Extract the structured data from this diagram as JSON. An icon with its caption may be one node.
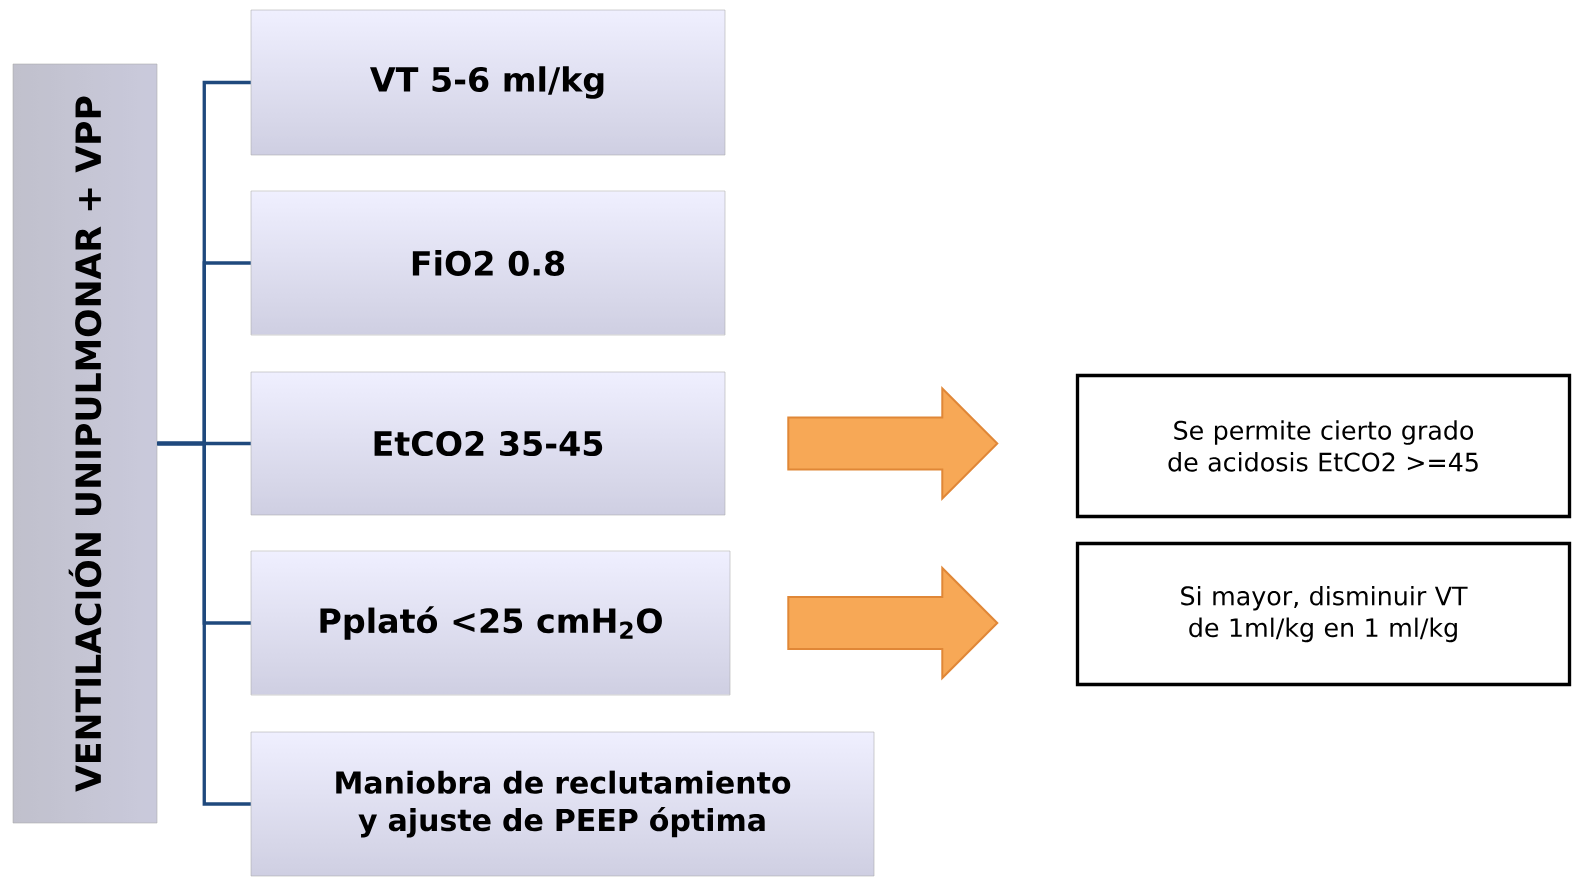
{
  "diagram": {
    "nodes": [
      {
        "text": [
          "VENTILACIÓN UNIPULMONAR + VPP"
        ]
      },
      {
        "text": [
          "VT 5-6 ml/kg"
        ]
      },
      {
        "text": [
          "FiO2 0.8"
        ]
      },
      {
        "text": [
          "EtCO2 35-45"
        ]
      },
      {
        "text": [
          "Pplató <25 cmH$_{2}$O"
        ]
      },
      {
        "text": [
          "Maniobra de reclutamiento y ajuste de PEEP óptima"
        ]
      },
      {
        "text": [
          "Se permite cierto grado de acidosis EtCO2 >=45"
        ]
      },
      {
        "text": [
          "Si mayor, disminuir VT de 1ml/kg en 1 ml/kg"
        ]
      }
    ],
    "edges": [
      {
        "from": 0,
        "to": 1,
        "arrow": "none"
      },
      {
        "from": 0,
        "to": 2,
        "arrow": "none"
      },
      {
        "from": 0,
        "to": 3,
        "arrow": "none"
      },
      {
        "from": 0,
        "to": 4,
        "arrow": "none"
      },
      {
        "from": 0,
        "to": 5,
        "arrow": "none"
      },
      {
        "from": 3,
        "to": 6,
        "arrow": "to"
      },
      {
        "from": 4,
        "to": 7,
        "arrow": "to"
      }
    ]
  }
}
